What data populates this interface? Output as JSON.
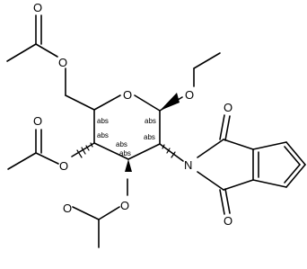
{
  "molecule": {
    "atom_labels": {
      "acetyl1_carbonyl_o": "O",
      "acetyl1_ester_o": "O",
      "ring_o": "O",
      "ethoxy_o": "O",
      "acetyl2_carbonyl_o": "O",
      "acetyl2_ester_o": "O",
      "acetyl3_carbonyl_o": "O",
      "acetyl3_ester_o": "O",
      "phthalimide_n": "N",
      "phthalimide_upper_o": "O",
      "phthalimide_lower_o": "O"
    },
    "stereo_labels": {
      "c5": "abs",
      "c1": "abs",
      "c4": "abs",
      "c3_upper": "abs",
      "c3_lower": "abs",
      "c2": "abs"
    }
  }
}
